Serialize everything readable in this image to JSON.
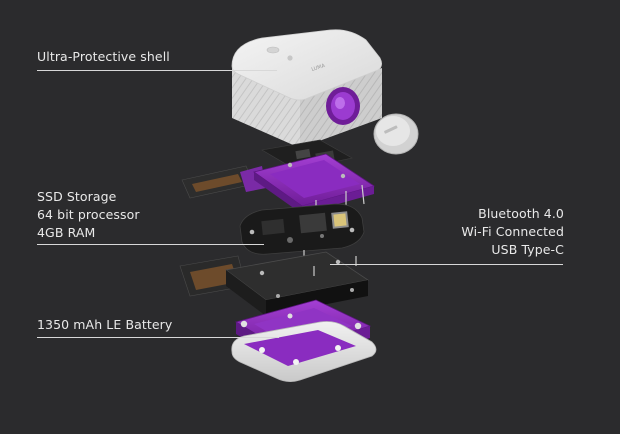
{
  "callouts": {
    "shell": "Ultra-Protective shell",
    "storage_lines": [
      "SSD Storage",
      "64 bit processor",
      "4GB RAM"
    ],
    "connectivity_lines": [
      "Bluetooth 4.0",
      "Wi-Fi Connected",
      "USB Type-C"
    ],
    "battery": "1350 mAh LE Battery"
  },
  "device": {
    "top_logo_text": "LUMA"
  },
  "colors": {
    "background": "#2b2b2d",
    "accent_purple": "#8e2bbf",
    "shell": "#e6e6e6",
    "board": "#1c1c1c",
    "label": "#e9e9e9"
  }
}
